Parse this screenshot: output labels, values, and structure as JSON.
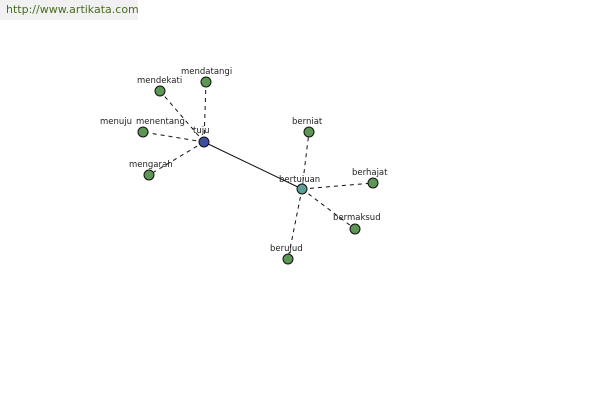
{
  "header": {
    "url": "http://www.artikata.com"
  },
  "colors": {
    "leaf": "#5e9655",
    "hub_tuju": "#3f4fa0",
    "hub_bertujuan": "#5a9e9a",
    "edge": "#111111"
  },
  "graph": {
    "nodes": [
      {
        "id": "tuju",
        "label": "tuju",
        "kind": "hub_tuju"
      },
      {
        "id": "bertujuan",
        "label": "bertujuan",
        "kind": "hub_bertujuan"
      },
      {
        "id": "mendatangi",
        "label": "mendatangi",
        "kind": "leaf"
      },
      {
        "id": "mendekati",
        "label": "mendekati",
        "kind": "leaf"
      },
      {
        "id": "menuju",
        "label": "menuju",
        "kind": "leaf"
      },
      {
        "id": "menentang",
        "label": "menentang",
        "kind": "leaf"
      },
      {
        "id": "mengarah",
        "label": "mengarah",
        "kind": "leaf"
      },
      {
        "id": "berniat",
        "label": "berniat",
        "kind": "leaf"
      },
      {
        "id": "berhajat",
        "label": "berhajat",
        "kind": "leaf"
      },
      {
        "id": "bermaksud",
        "label": "bermaksud",
        "kind": "leaf"
      },
      {
        "id": "berujud",
        "label": "berujud",
        "kind": "leaf"
      }
    ],
    "edges": [
      {
        "from": "tuju",
        "to": "bertujuan",
        "style": "solid"
      },
      {
        "from": "tuju",
        "to": "mendatangi",
        "style": "dashed"
      },
      {
        "from": "tuju",
        "to": "mendekati",
        "style": "dashed"
      },
      {
        "from": "tuju",
        "to": "menentang",
        "style": "dashed"
      },
      {
        "from": "tuju",
        "to": "mengarah",
        "style": "dashed"
      },
      {
        "from": "bertujuan",
        "to": "berniat",
        "style": "dashed"
      },
      {
        "from": "bertujuan",
        "to": "berhajat",
        "style": "dashed"
      },
      {
        "from": "bertujuan",
        "to": "bermaksud",
        "style": "dashed"
      },
      {
        "from": "bertujuan",
        "to": "berujud",
        "style": "dashed"
      }
    ]
  }
}
